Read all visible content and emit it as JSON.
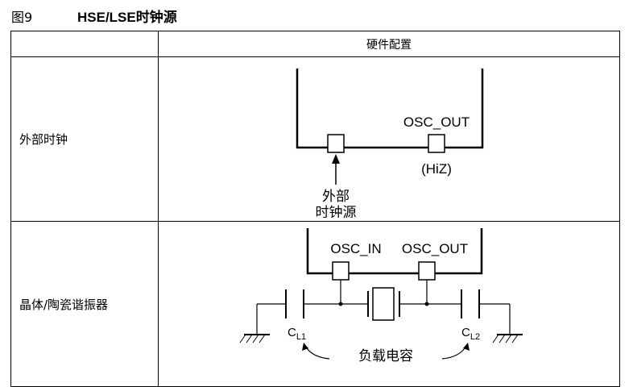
{
  "figure": {
    "number": "图9",
    "title": "HSE/LSE时钟源"
  },
  "table": {
    "header": "硬件配置",
    "rows": [
      {
        "label": "外部时钟",
        "diagram": {
          "pin_label": "OSC_OUT",
          "pin_state": "(HiZ)",
          "source_label_line1": "外部",
          "source_label_line2": "时钟源"
        }
      },
      {
        "label": "晶体/陶瓷谐振器",
        "diagram": {
          "pin_in": "OSC_IN",
          "pin_out": "OSC_OUT",
          "cap1": "C",
          "cap1_sub": "L1",
          "cap2": "C",
          "cap2_sub": "L2",
          "load_caps": "负载电容"
        }
      }
    ]
  }
}
